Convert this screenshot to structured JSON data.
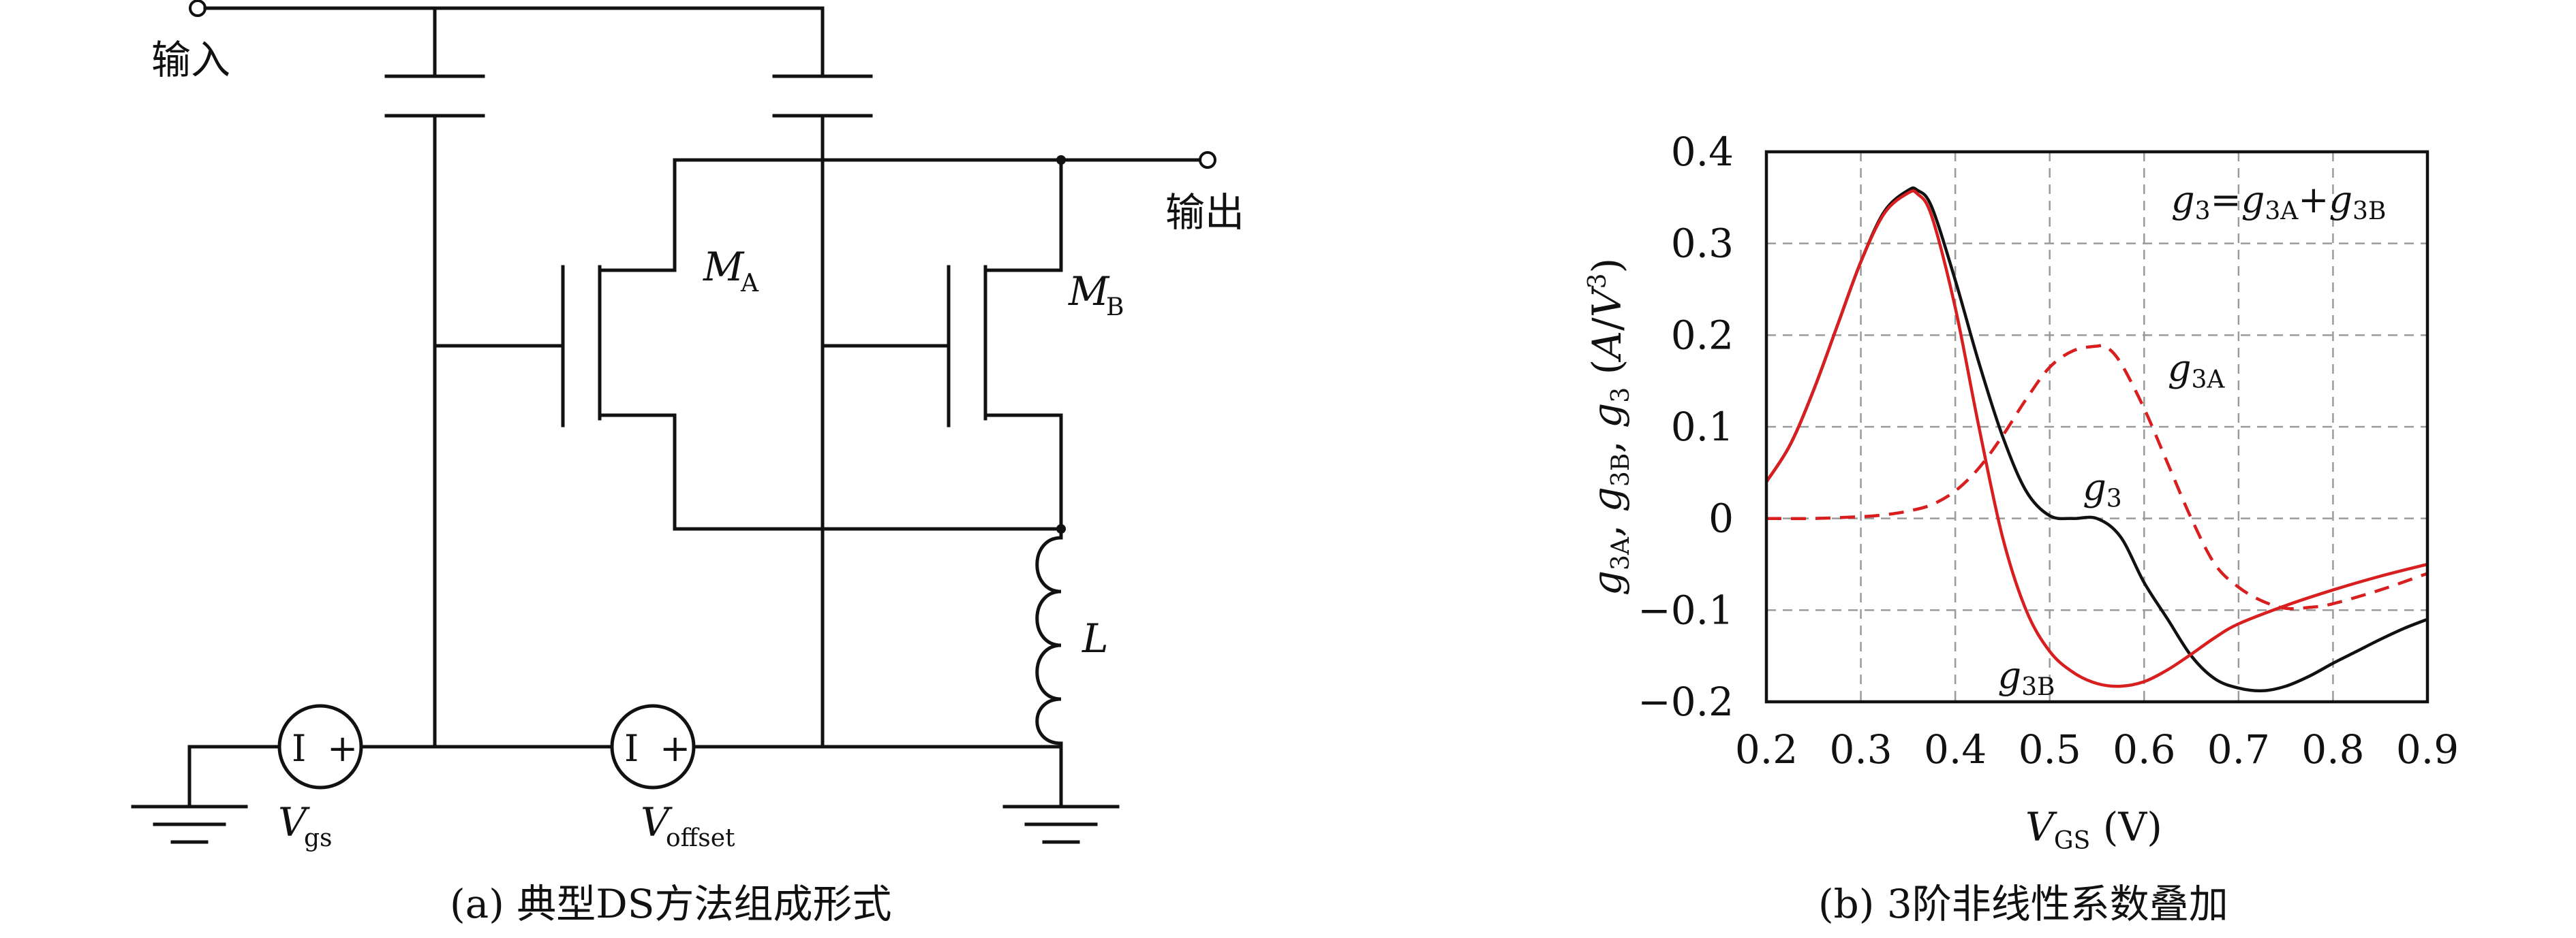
{
  "circuit": {
    "input_label": "输入",
    "output_label": "输出",
    "transistor_a": {
      "symbol": "M",
      "subscript": "A"
    },
    "transistor_b": {
      "symbol": "M",
      "subscript": "B"
    },
    "inductor_label": "L",
    "source_gs": {
      "symbol": "V",
      "subscript": "gs",
      "minus": "I",
      "plus": "+"
    },
    "source_offset": {
      "symbol": "V",
      "subscript": "offset",
      "minus": "I",
      "plus": "+"
    },
    "caption": "(a) 典型DS方法组成形式"
  },
  "plot_caption": "(b) 3阶非线性系数叠加",
  "chart_data": {
    "type": "line",
    "xlabel": {
      "symbol": "V",
      "subscript": "GS",
      "unit": " (V)"
    },
    "ylabel": "g3A, g3B, g3 (A/V³)",
    "xlim": [
      0.2,
      0.9
    ],
    "ylim": [
      -0.2,
      0.4
    ],
    "xticks": [
      "0.2",
      "0.3",
      "0.4",
      "0.5",
      "0.6",
      "0.7",
      "0.8",
      "0.9"
    ],
    "yticks": [
      "0.4",
      "0.3",
      "0.2",
      "0.1",
      "0",
      "−0.1",
      "−0.2"
    ],
    "grid": true,
    "annotation_formula": "g3=g3A+g3B",
    "series": [
      {
        "name": "g3",
        "color": "#111111",
        "style": "solid",
        "x": [
          0.2,
          0.225,
          0.25,
          0.275,
          0.3,
          0.325,
          0.35,
          0.36,
          0.375,
          0.4,
          0.425,
          0.45,
          0.475,
          0.5,
          0.525,
          0.55,
          0.575,
          0.6,
          0.625,
          0.65,
          0.675,
          0.7,
          0.725,
          0.75,
          0.775,
          0.8,
          0.825,
          0.85,
          0.875,
          0.9
        ],
        "y": [
          0.04,
          0.08,
          0.14,
          0.21,
          0.28,
          0.335,
          0.358,
          0.358,
          0.34,
          0.26,
          0.17,
          0.09,
          0.03,
          0.003,
          0.0,
          0.0,
          -0.02,
          -0.07,
          -0.11,
          -0.15,
          -0.175,
          -0.185,
          -0.188,
          -0.183,
          -0.172,
          -0.158,
          -0.145,
          -0.132,
          -0.12,
          -0.11
        ]
      },
      {
        "name": "g3A",
        "color": "#d81e1e",
        "style": "dashed",
        "x": [
          0.2,
          0.25,
          0.3,
          0.325,
          0.35,
          0.375,
          0.4,
          0.425,
          0.45,
          0.475,
          0.5,
          0.525,
          0.55,
          0.56,
          0.575,
          0.6,
          0.625,
          0.65,
          0.675,
          0.7,
          0.725,
          0.75,
          0.775,
          0.8,
          0.85,
          0.9
        ],
        "y": [
          0.0,
          0.0,
          0.002,
          0.004,
          0.008,
          0.015,
          0.03,
          0.055,
          0.09,
          0.13,
          0.165,
          0.183,
          0.188,
          0.187,
          0.17,
          0.12,
          0.06,
          0.0,
          -0.05,
          -0.075,
          -0.09,
          -0.098,
          -0.097,
          -0.093,
          -0.078,
          -0.06
        ]
      },
      {
        "name": "g3B",
        "color": "#d81e1e",
        "style": "solid",
        "x": [
          0.2,
          0.225,
          0.25,
          0.275,
          0.3,
          0.325,
          0.35,
          0.36,
          0.375,
          0.4,
          0.425,
          0.45,
          0.475,
          0.5,
          0.525,
          0.55,
          0.575,
          0.6,
          0.625,
          0.65,
          0.675,
          0.7,
          0.75,
          0.8,
          0.85,
          0.9
        ],
        "y": [
          0.04,
          0.08,
          0.14,
          0.21,
          0.28,
          0.333,
          0.355,
          0.354,
          0.33,
          0.23,
          0.1,
          -0.02,
          -0.1,
          -0.145,
          -0.168,
          -0.18,
          -0.183,
          -0.178,
          -0.165,
          -0.148,
          -0.13,
          -0.115,
          -0.095,
          -0.078,
          -0.063,
          -0.05
        ]
      }
    ],
    "labels": [
      {
        "series": "g3A",
        "text": "g",
        "sub": "3A",
        "at": [
          0.625,
          0.15
        ]
      },
      {
        "series": "g3",
        "text": "g",
        "sub": "3",
        "at": [
          0.535,
          0.02
        ]
      },
      {
        "series": "g3B",
        "text": "g",
        "sub": "3B",
        "at": [
          0.445,
          -0.185
        ]
      }
    ]
  }
}
